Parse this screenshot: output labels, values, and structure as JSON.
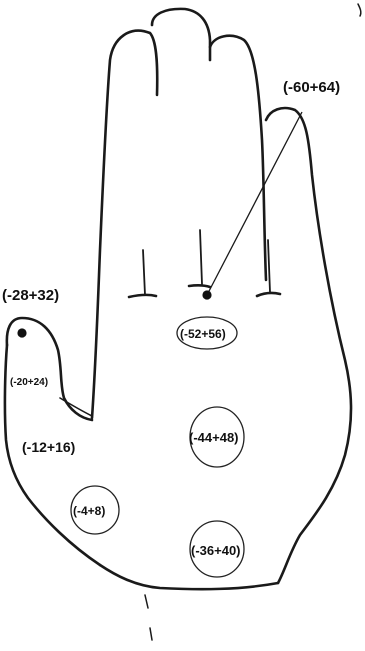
{
  "diagram": {
    "labels": {
      "tip_index_line": "(-60+64)",
      "thumb_tip": "(-28+32)",
      "thumb_mid": "(-20+24)",
      "thumb_base": "(-12+16)",
      "lower_left": "(-4+8)",
      "palm_upper": "(-52+56)",
      "palm_center": "(-44+48)",
      "palm_lower": "(-36+40)"
    },
    "colors": {
      "ink": "#111111",
      "paper": "#ffffff"
    }
  }
}
